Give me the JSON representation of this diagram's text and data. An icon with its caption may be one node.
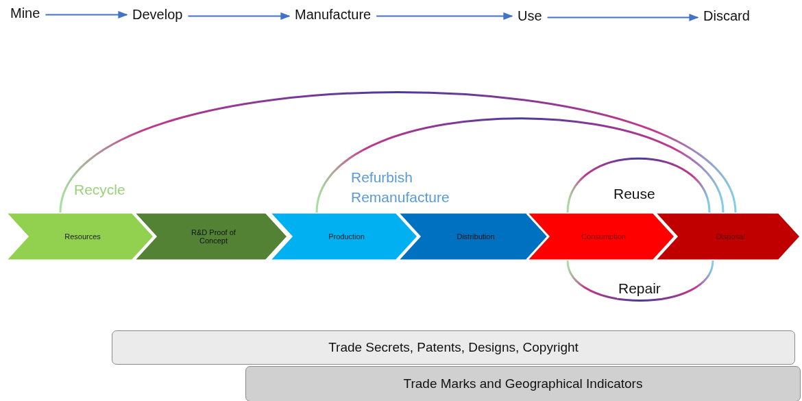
{
  "diagram": {
    "nodes": [
      {
        "text": [
          "Mine"
        ]
      },
      {
        "text": [
          "Develop"
        ]
      },
      {
        "text": [
          "Manufacture"
        ]
      },
      {
        "text": [
          "Use"
        ]
      },
      {
        "text": [
          "Discard"
        ]
      },
      {
        "text": [
          "Resources"
        ]
      },
      {
        "text": [
          "R&D Proof of Concept"
        ]
      },
      {
        "text": [
          "Production"
        ]
      },
      {
        "text": [
          "Distribution"
        ]
      },
      {
        "text": [
          "Consumption"
        ]
      },
      {
        "text": [
          "Disposal"
        ]
      },
      {
        "text": [
          "Trade Secrets, Patents, Designs, Copyright"
        ]
      },
      {
        "text": [
          "Trade Marks and Geographical Indicators"
        ]
      }
    ],
    "edges": [
      {
        "from": 0,
        "to": 1,
        "arrow": "to"
      },
      {
        "from": 1,
        "to": 2,
        "arrow": "to"
      },
      {
        "from": 2,
        "to": 3,
        "arrow": "to"
      },
      {
        "from": 3,
        "to": 4,
        "arrow": "to"
      },
      {
        "from": 10,
        "to": 5,
        "label": "Recycle",
        "arrow": "none"
      },
      {
        "from": 10,
        "to": 7,
        "label": "Refurbish Remanufacture",
        "arrow": "none"
      },
      {
        "from": 10,
        "to": 9,
        "label": "Reuse",
        "arrow": "none"
      },
      {
        "from": 9,
        "to": 10,
        "label": "Repair",
        "arrow": "none"
      }
    ]
  }
}
